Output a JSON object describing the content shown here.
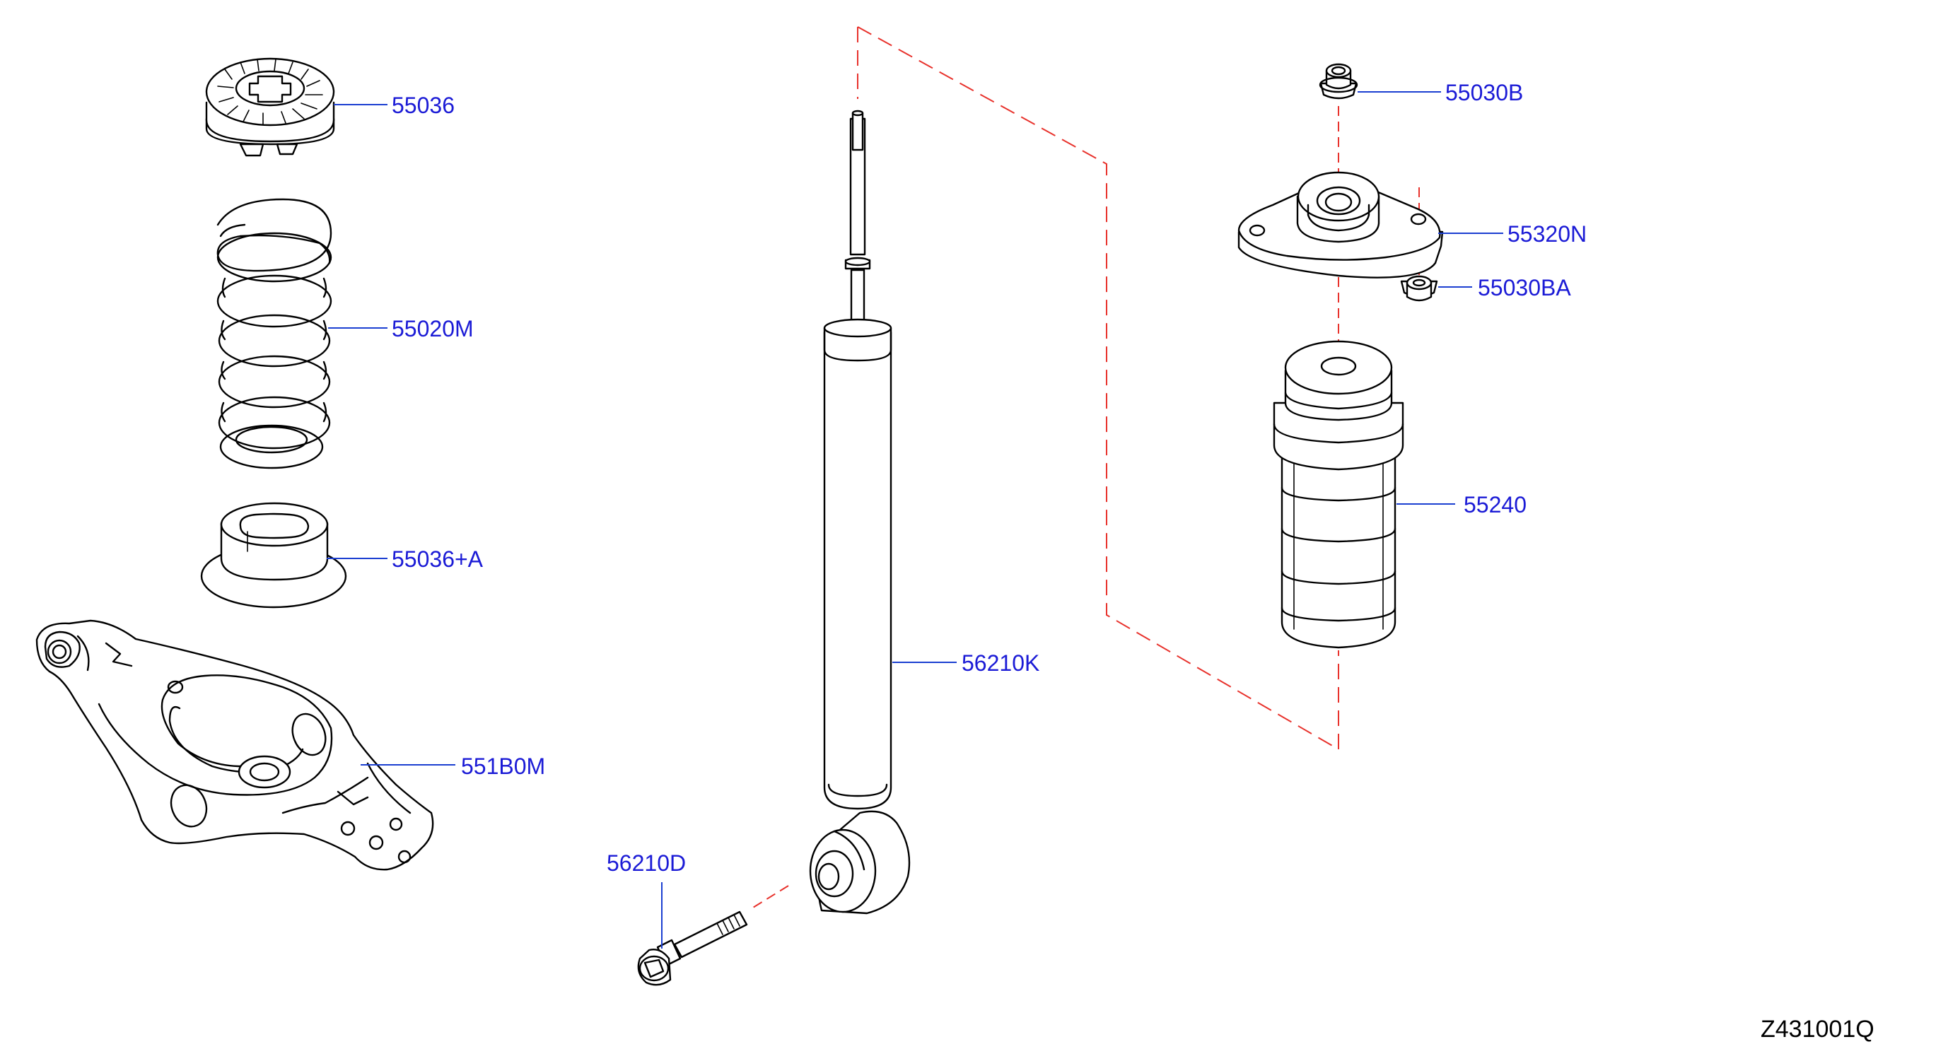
{
  "diagram": {
    "colors": {
      "line": "#000000",
      "label": "#1b1bd6",
      "leader": "#1b3fd1",
      "center_line": "#e8322c",
      "background": "#ffffff"
    },
    "parts": [
      {
        "key": "spring_seat_upper",
        "label": "55036"
      },
      {
        "key": "coil_spring",
        "label": "55020M"
      },
      {
        "key": "spring_seat_lower",
        "label": "55036+A"
      },
      {
        "key": "lower_link",
        "label": "551B0M"
      },
      {
        "key": "shock_absorber",
        "label": "56210K"
      },
      {
        "key": "bolt",
        "label": "56210D"
      },
      {
        "key": "nut_top",
        "label": "55030B"
      },
      {
        "key": "mounting_insulator",
        "label": "55320N"
      },
      {
        "key": "nut_side",
        "label": "55030BA"
      },
      {
        "key": "bound_bumper",
        "label": "55240"
      }
    ],
    "reference_code": "Z431001Q"
  }
}
